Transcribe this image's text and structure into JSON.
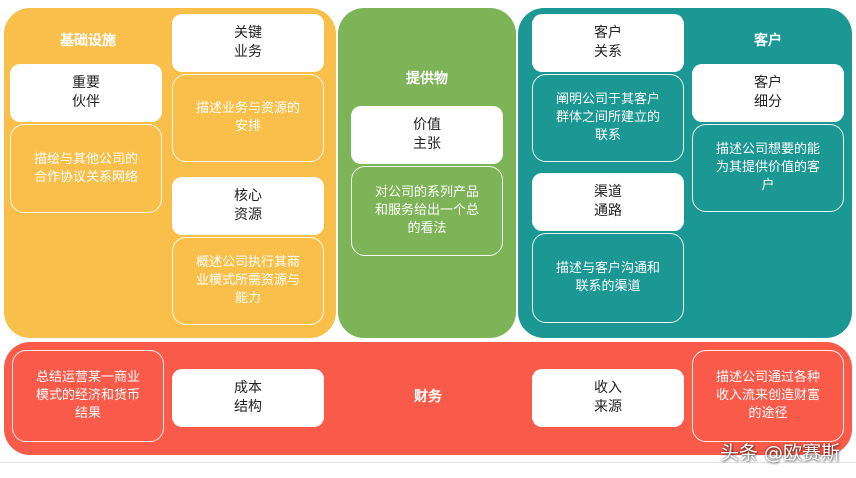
{
  "infrastructure": {
    "title": "基础设施",
    "partners": {
      "label": "重要\n伙伴",
      "desc": "描绘与其他公司的\n合作协议关系网络"
    },
    "activities": {
      "label": "关键\n业务",
      "desc": "描述业务与资源的\n安排"
    },
    "resources": {
      "label": "核心\n资源",
      "desc": "概述公司执行其商\n业模式所需资源与\n能力"
    }
  },
  "offering": {
    "title": "提供物",
    "value": {
      "label": "价值\n主张",
      "desc": "对公司的系列产品\n和服务给出一个总\n的看法"
    }
  },
  "customer": {
    "title": "客户",
    "relationships": {
      "label": "客户\n关系",
      "desc": "阐明公司于其客户\n群体之间所建立的\n联系"
    },
    "channels": {
      "label": "渠道\n通路",
      "desc": "描述与客户沟通和\n联系的渠道"
    },
    "segments": {
      "label": "客户\n细分",
      "desc": "描述公司想要的能\n为其提供价值的客\n户"
    }
  },
  "finance": {
    "title": "财务",
    "cost_desc": "总结运营某一商业\n模式的经济和货币\n结果",
    "cost": {
      "label": "成本\n结构"
    },
    "revenue": {
      "label": "收入\n来源"
    },
    "revenue_desc": "描述公司通过各种\n收入流来创造财富\n的途径"
  },
  "watermark": "头条 @欧赛斯",
  "colors": {
    "orange": "#f9bf4b",
    "green": "#7db457",
    "teal": "#1b9794",
    "red": "#fa5a4a"
  }
}
